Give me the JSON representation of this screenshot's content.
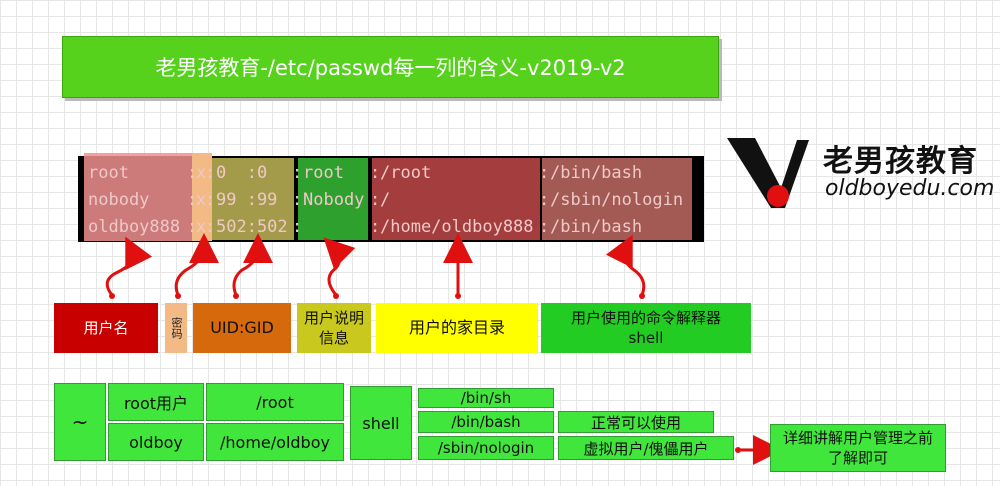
{
  "title": "老男孩教育-/etc/passwd每一列的含义-v2019-v2",
  "logo": {
    "brand": "老男孩教育",
    "site": "oldboyedu.com"
  },
  "terminal": {
    "names": [
      "root",
      "nobody",
      "oldboy888"
    ],
    "pw": [
      "x",
      "x",
      "x"
    ],
    "uidgid": [
      "0  :0",
      "99 :99",
      "502:502"
    ],
    "desc": [
      "root",
      "Nobody",
      ""
    ],
    "home": [
      "/root",
      "/",
      "/home/oldboy888"
    ],
    "shell": [
      "/bin/bash",
      "/sbin/nologin",
      "/bin/bash"
    ],
    "sep": ":"
  },
  "labels": {
    "username": "用户名",
    "password": "密码",
    "uidgid": "UID:GID",
    "desc": "用户说明信息",
    "home": "用户的家目录",
    "shell_line1": "用户使用的命令解释器",
    "shell_line2": "shell"
  },
  "bottom": {
    "tilde": "~",
    "root_user": "root用户",
    "root_home": "/root",
    "oldboy": "oldboy",
    "oldboy_home": "/home/oldboy",
    "shell": "shell",
    "sh": "/bin/sh",
    "bash": "/bin/bash",
    "nologin": "/sbin/nologin",
    "bash_note": "正常可以使用",
    "nologin_note": "虚拟用户/傀儡用户",
    "detail": "详细讲解用户管理之前了解即可"
  },
  "colors": {
    "title_green": "#56d11c",
    "dark_red": "#c00000",
    "orange_pw": "#f3ba85",
    "brown": "#d6690b",
    "olive": "#c8c81e",
    "yellow": "#ffff00",
    "green": "#22cc22",
    "arrow_red": "#e01010"
  }
}
